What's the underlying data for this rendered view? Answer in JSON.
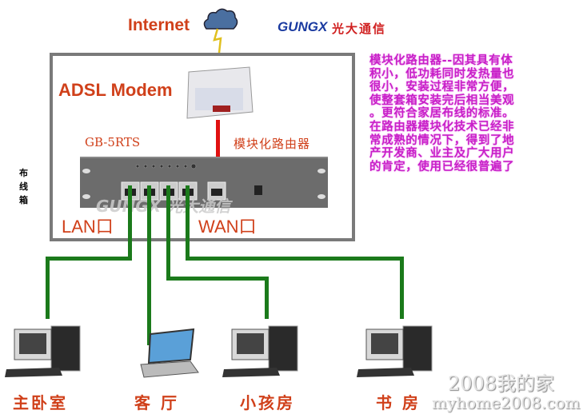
{
  "header": {
    "internet_label": "Internet",
    "brand_logo": "GUNGX",
    "brand_name": "光大通信"
  },
  "cabinet": {
    "label": "布线箱",
    "modem_label": "ADSL Modem",
    "router_model": "GB-5RTS",
    "router_name": "模块化路由器",
    "lan_label": "LAN口",
    "wan_label": "WAN口",
    "panel_logo": "GUNGX 光大通信"
  },
  "description": [
    "模块化路由器--因其具有体",
    "积小，低功耗同时发热量也",
    "很小，安装过程非常方便，",
    "使整套箱安装完后相当美观",
    "。更符合家居布线的标准。",
    "在路由器模块化技术已经非",
    "常成熟的情况下，得到了地",
    "产开发商、业主及广大用户",
    "的肯定，使用已经很普遍了"
  ],
  "rooms": [
    "主卧室",
    "客 厅",
    "小孩房",
    "书 房"
  ],
  "watermark": {
    "line1": "2008我的家",
    "line2": "myhome2008.com"
  },
  "colors": {
    "label_red": "#d0401a",
    "desc_magenta": "#c81fc8",
    "cable_green": "#1b7a1b",
    "wan_red": "#e01010"
  }
}
